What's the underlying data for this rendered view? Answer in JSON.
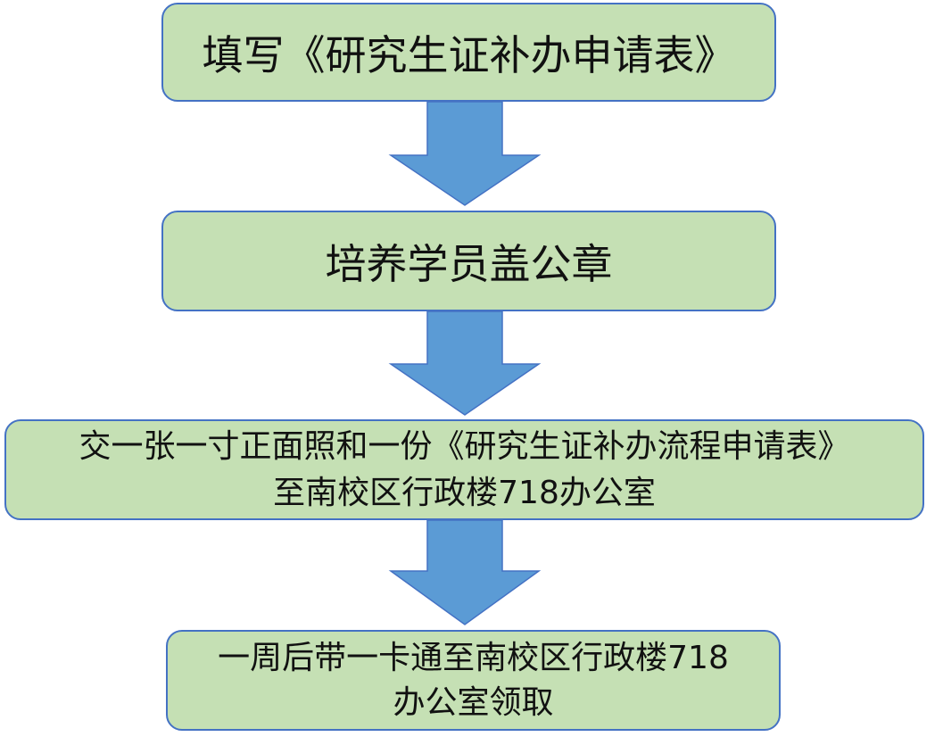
{
  "steps": [
    {
      "lines": [
        "填写《研究生证补办申请表》"
      ]
    },
    {
      "lines": [
        "培养学员盖公章"
      ]
    },
    {
      "lines": [
        "交一张一寸正面照和一份《研究生证补办流程申请表》",
        "至南校区行政楼718办公室"
      ]
    },
    {
      "lines": [
        "一周后带一卡通至南校区行政楼718",
        "办公室领取"
      ]
    }
  ],
  "colors": {
    "box_fill": "#c5e0b4",
    "box_border": "#4472c4",
    "arrow_fill": "#5b9bd5",
    "arrow_border": "#4472c4"
  }
}
